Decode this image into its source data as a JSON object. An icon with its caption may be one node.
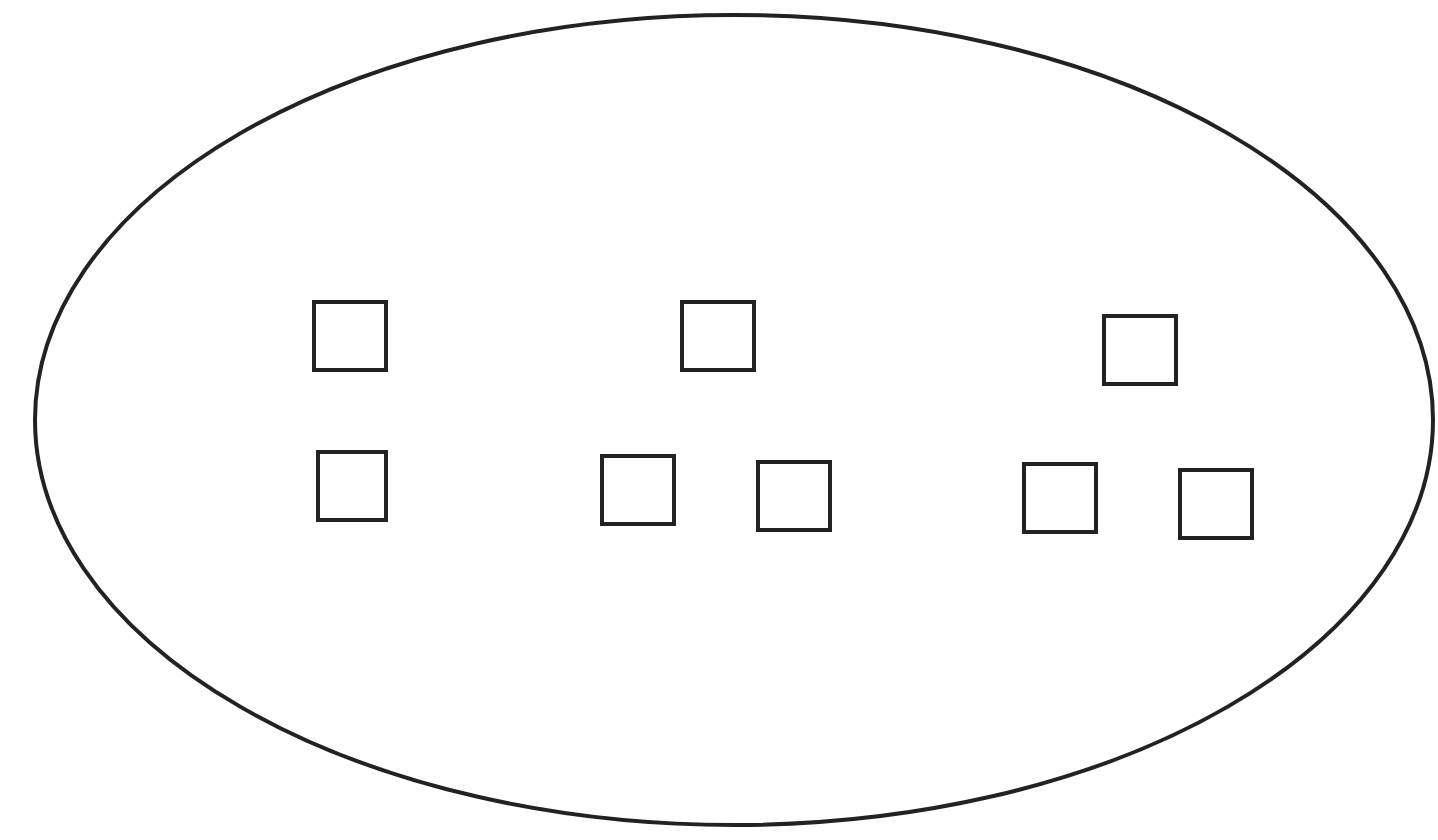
{
  "diagram": {
    "nodes": [
      {
        "text": [],
        "shape": "ellipse"
      },
      {
        "text": [],
        "shape": "box",
        "in": 0
      },
      {
        "text": [],
        "shape": "box",
        "in": 0
      },
      {
        "text": [],
        "shape": "box",
        "in": 0
      },
      {
        "text": [],
        "shape": "box",
        "in": 0
      },
      {
        "text": [],
        "shape": "box",
        "in": 0
      },
      {
        "text": [],
        "shape": "box",
        "in": 0
      },
      {
        "text": [],
        "shape": "box",
        "in": 0
      },
      {
        "text": [],
        "shape": "box",
        "in": 0
      }
    ]
  }
}
